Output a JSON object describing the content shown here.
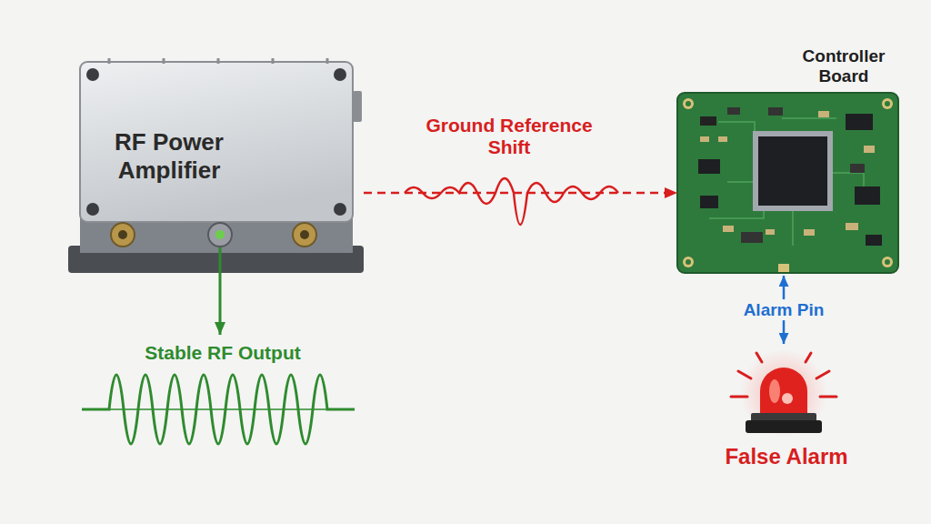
{
  "diagram": {
    "nodes": [
      {
        "text": [
          "RF Power Amplifier"
        ]
      },
      {
        "text": [
          "Controller Board"
        ]
      },
      {
        "text": [
          "False Alarm"
        ]
      }
    ],
    "edges": [
      {
        "from": 0,
        "to": 1,
        "arrow": "to",
        "label": "Ground Reference Shift"
      },
      {
        "from": 1,
        "to": 2,
        "arrow": "both",
        "label": "Alarm Pin"
      }
    ],
    "labels": [
      "Stable RF Output"
    ]
  }
}
